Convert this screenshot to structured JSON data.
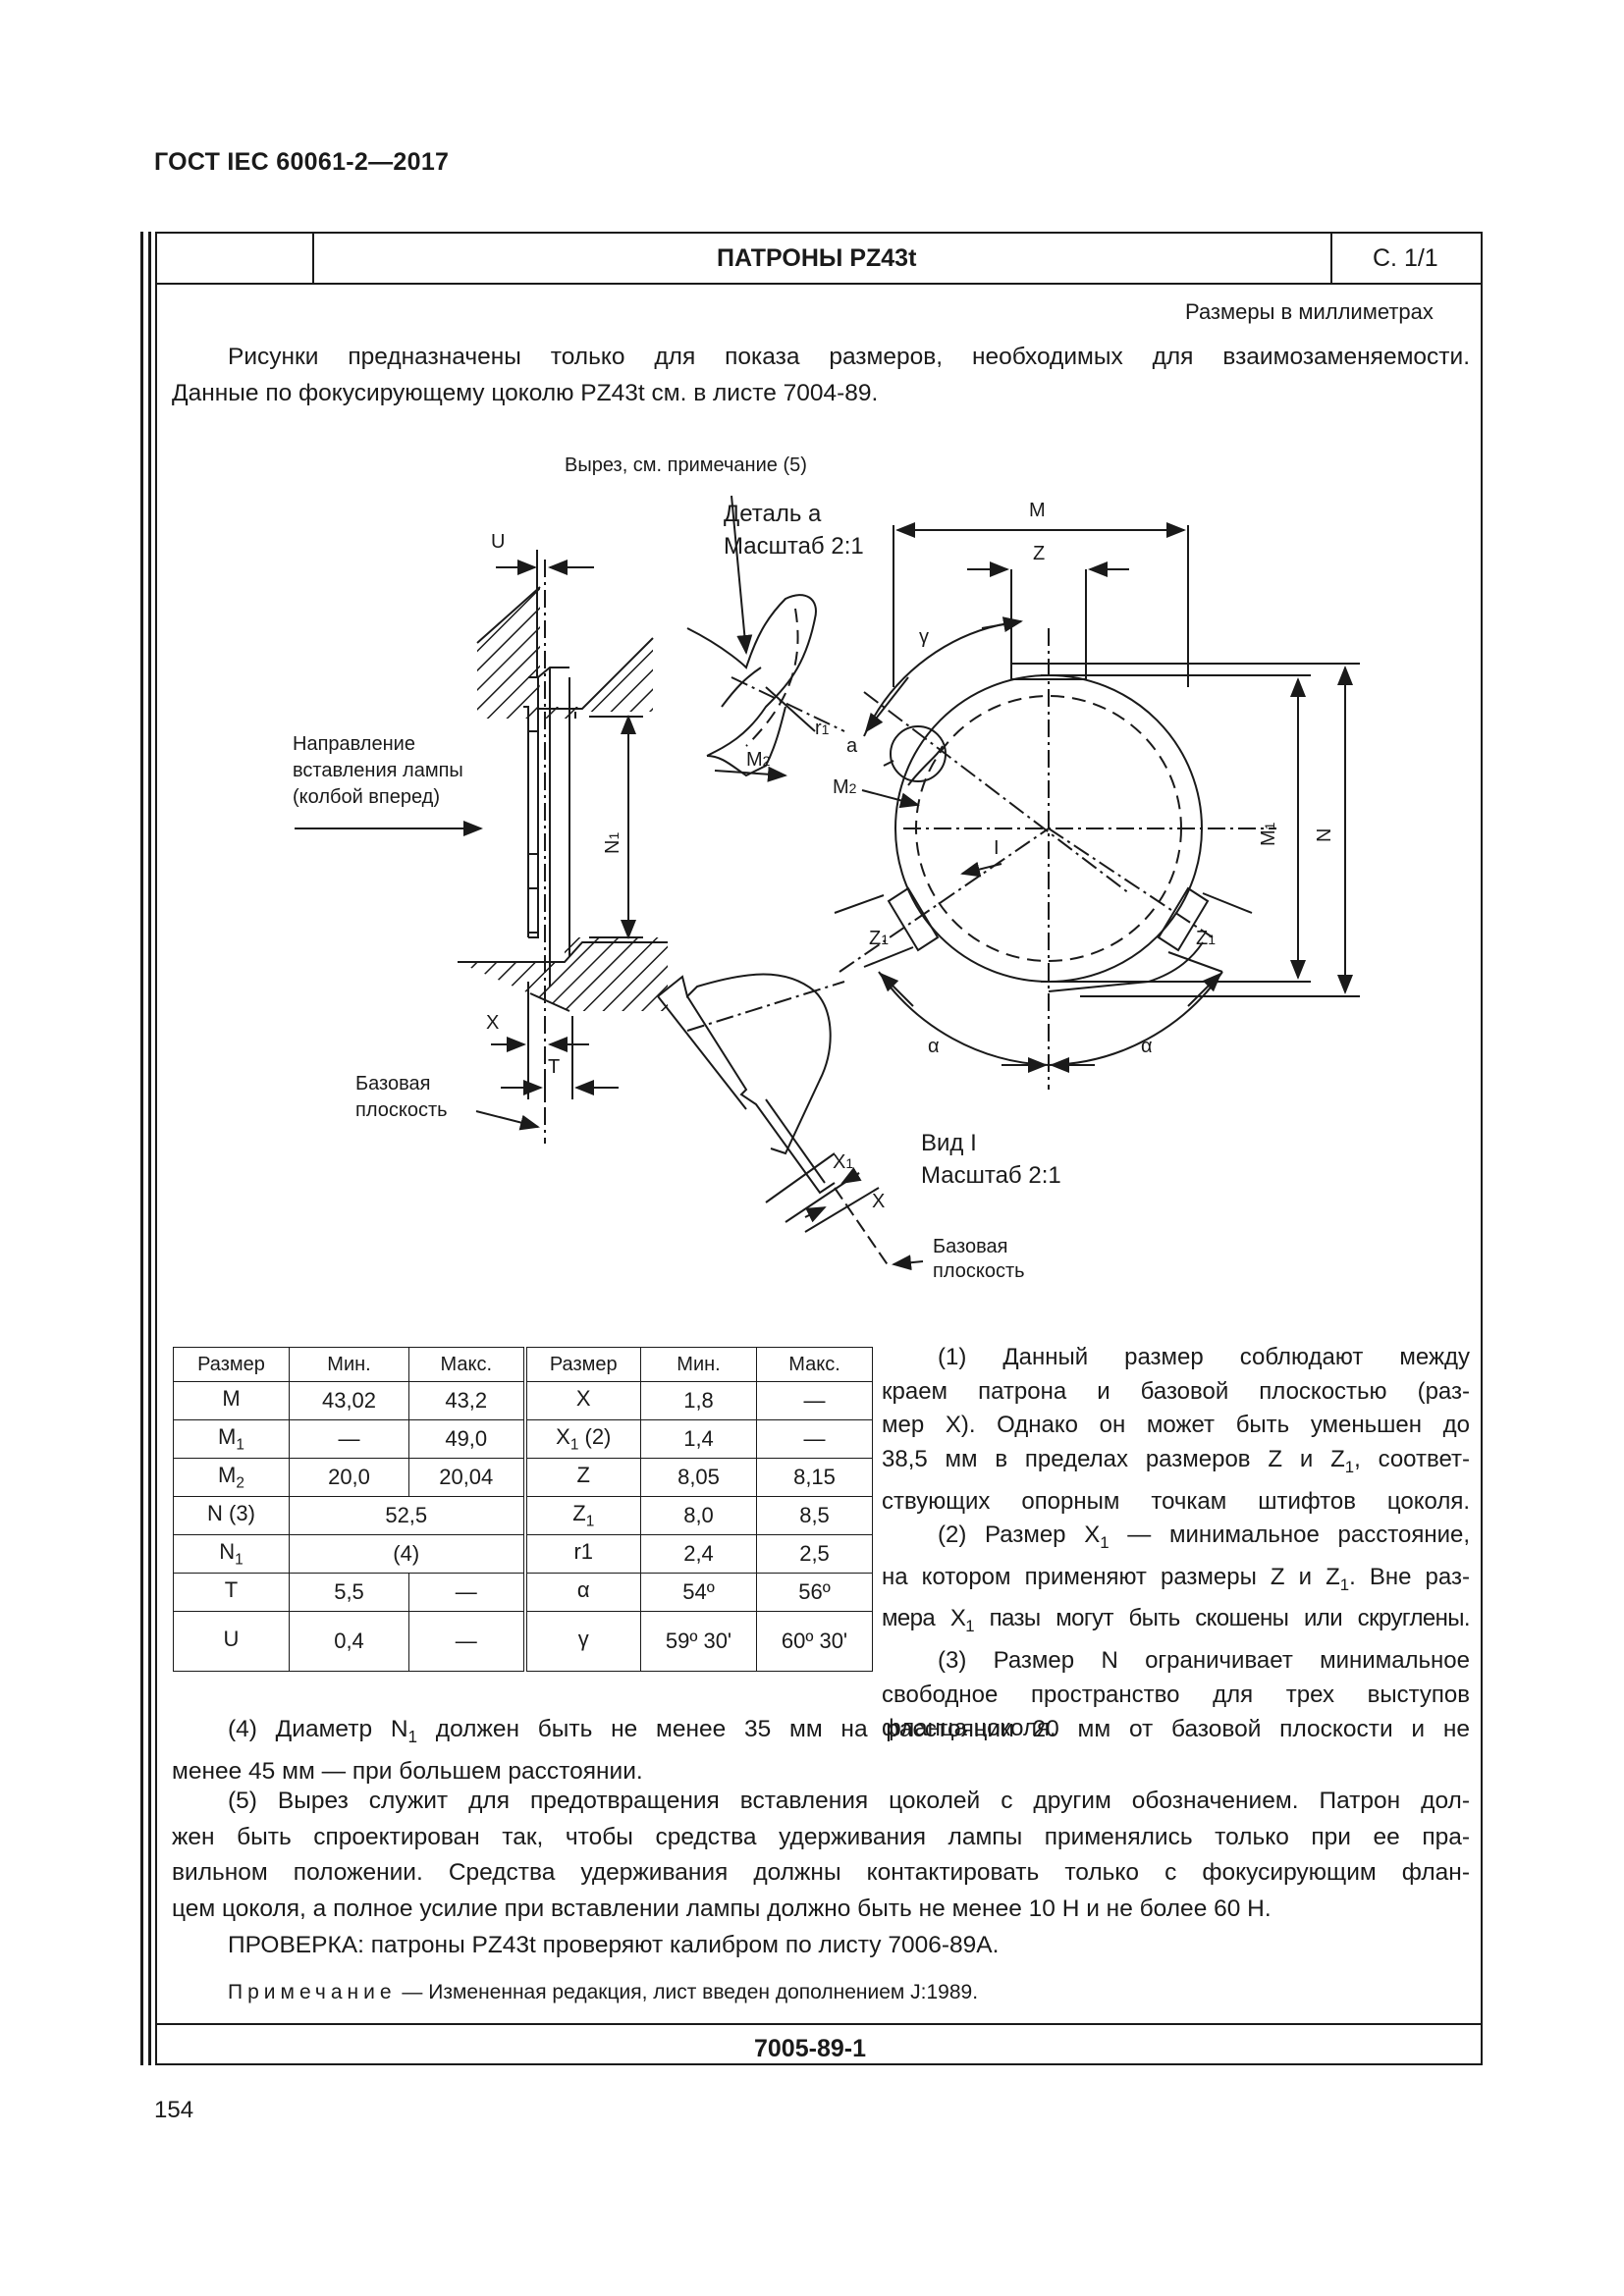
{
  "header": {
    "doc_code": "ГОСТ IEC 60061-2—2017"
  },
  "sheet_title": "ПАТРОНЫ PZ43t",
  "sheet_page": "С. 1/1",
  "units_note": "Размеры в миллиметрах",
  "intro": [
    "Рисунки предназначены только для показа размеров, необходимых для взаимозаменяемости.",
    "Данные по фокусирующему цоколю PZ43t см. в листе 7004-89."
  ],
  "figure": {
    "cutout_note": "Вырез, см. примечание (5)",
    "detail_a": "Деталь a",
    "detail_scale": "Масштаб 2:1",
    "insert_dir_1": "Направление",
    "insert_dir_2": "вставления лампы",
    "insert_dir_3": "(колбой вперед)",
    "base_plane_1": "Базовая",
    "base_plane_2": "плоскость",
    "view_i": "Вид I",
    "view_scale": "Масштаб 2:1",
    "base_plane_b1": "Базовая",
    "base_plane_b2": "плоскость",
    "U": "U",
    "N1": "N",
    "N1_sub": "1",
    "X": "X",
    "T": "T",
    "M": "M",
    "Z": "Z",
    "gamma": "γ",
    "r1": "r",
    "r1_sub": "1",
    "a": "a",
    "M2": "M",
    "M2_sub": "2",
    "M1": "M",
    "M1_sub": "1",
    "N": "N",
    "I": "I",
    "Z1": "Z",
    "Z1_sub": "1",
    "alpha": "α",
    "X1": "X",
    "X1_sub": "1"
  },
  "table": {
    "headers": [
      "Размер",
      "Мин.",
      "Макс.",
      "Размер",
      "Мин.",
      "Макс."
    ],
    "rows": [
      {
        "d1": "M",
        "d1_sub": "",
        "min1": "43,02",
        "max1": "43,2",
        "d2": "X",
        "d2_sub": "",
        "d2_suf": "",
        "min2": "1,8",
        "max2": "—"
      },
      {
        "d1": "M",
        "d1_sub": "1",
        "min1": "—",
        "max1": "49,0",
        "d2": "X",
        "d2_sub": "1",
        "d2_suf": " (2)",
        "min2": "1,4",
        "max2": "—"
      },
      {
        "d1": "M",
        "d1_sub": "2",
        "min1": "20,0",
        "max1": "20,04",
        "d2": "Z",
        "d2_sub": "",
        "d2_suf": "",
        "min2": "8,05",
        "max2": "8,15"
      },
      {
        "d1": "N (3)",
        "d1_sub": "",
        "merged": "52,5",
        "d2": "Z",
        "d2_sub": "1",
        "d2_suf": "",
        "min2": "8,0",
        "max2": "8,5"
      },
      {
        "d1": "N",
        "d1_sub": "1",
        "merged": "(4)",
        "d2": "r1",
        "d2_sub": "",
        "d2_suf": "",
        "min2": "2,4",
        "max2": "2,5"
      },
      {
        "d1": "T",
        "d1_sub": "",
        "min1": "5,5",
        "max1": "—",
        "d2": "α",
        "d2_sub": "",
        "d2_suf": "",
        "min2": "54º",
        "max2": "56º"
      },
      {
        "d1": "U",
        "d1_sub": "",
        "min1": "0,4",
        "max1": "—",
        "d2": "γ",
        "d2_sub": "",
        "d2_suf": "",
        "min2": "59º 30'",
        "max2": "60º 30'"
      }
    ]
  },
  "notes_right": [
    "(1) Данный размер соблюдают между",
    "краем патрона и базовой плоскостью (раз-",
    "мер X). Однако он может быть уменьшен до",
    "38,5 мм в пределах размеров Z и Z",
    ", соответ-",
    "ствующих опорным точкам штифтов цоколя.",
    "(2) Размер X",
    " — минимальное расстояние,",
    "на котором применяют размеры Z и Z",
    ". Вне раз-",
    "мера X",
    " пазы могут быть скошены или скруглены.",
    "(3) Размер N ограничивает минимальное",
    "свободное пространство для трех выступов",
    "фланца цоколя."
  ],
  "note4": [
    "(4) Диаметр N",
    " должен быть не менее 35 мм на расстоянии 20 мм от базовой плоскости и не",
    "менее 45 мм — при большем расстоянии."
  ],
  "note5": [
    "(5) Вырез служит для предотвращения вставления цоколей с другим обозначением. Патрон дол-",
    "жен быть спроектирован так, чтобы средства удерживания лампы применялись только при ее пра-",
    "вильном положении. Средства удерживания должны контактировать только с фокусирующим флан-",
    "цем цоколя, а полное усилие при вставлении лампы должно быть не менее 10 Н и не более 60 Н."
  ],
  "check": "ПРОВЕРКА: патроны PZ43t проверяют калибром по листу 7006-89A.",
  "remark_label": "Примечание",
  "remark_text": " — Измененная редакция, лист введен дополнением J:1989.",
  "sheet_number": "7005-89-1",
  "page_number": "154",
  "sub1": "1"
}
